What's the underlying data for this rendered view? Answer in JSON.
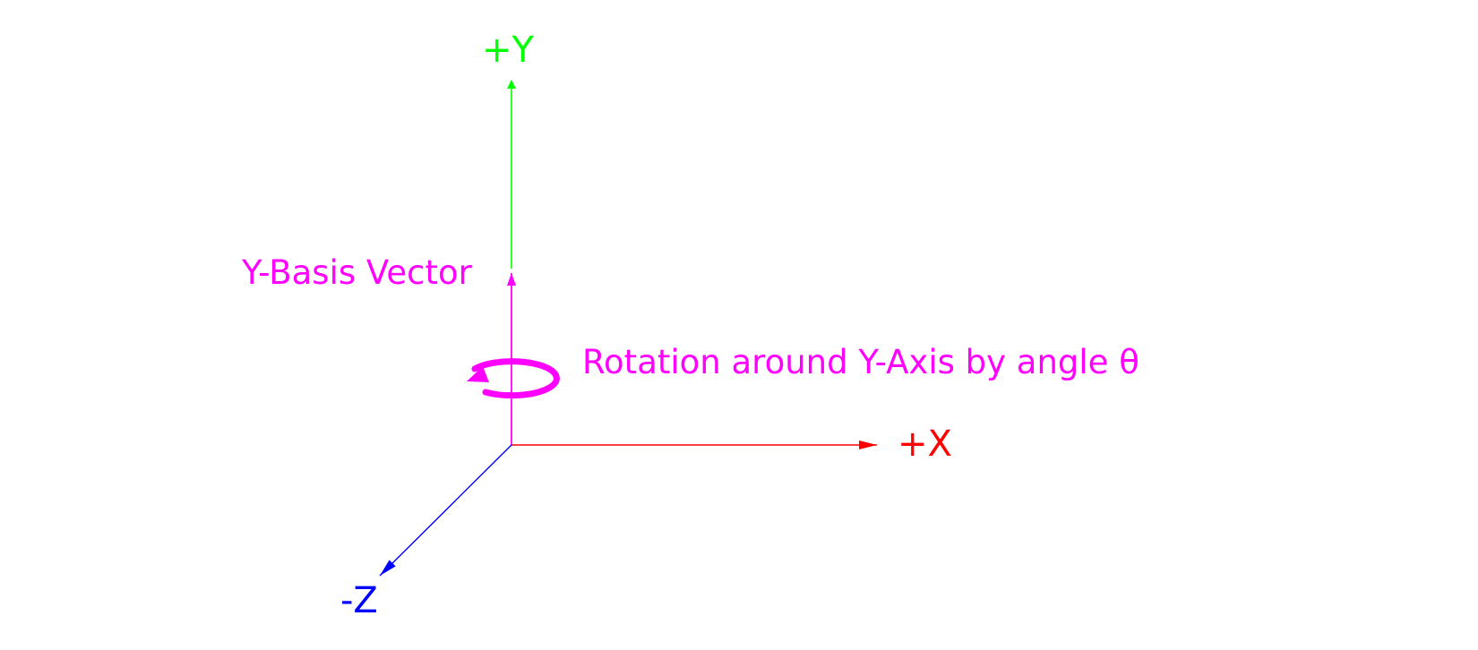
{
  "labels": {
    "y_axis": "+Y",
    "x_axis": "+X",
    "z_axis": "-Z",
    "basis_vector": "Y-Basis Vector",
    "rotation": "Rotation around Y-Axis by angle θ"
  },
  "colors": {
    "x_axis": "#ff0000",
    "y_axis": "#00ff00",
    "z_axis": "#0000ff",
    "basis_vector": "#ff00ff",
    "rotation": "#ff00ff"
  },
  "icons": {
    "rotation_marker": "circular-arrow-icon"
  }
}
